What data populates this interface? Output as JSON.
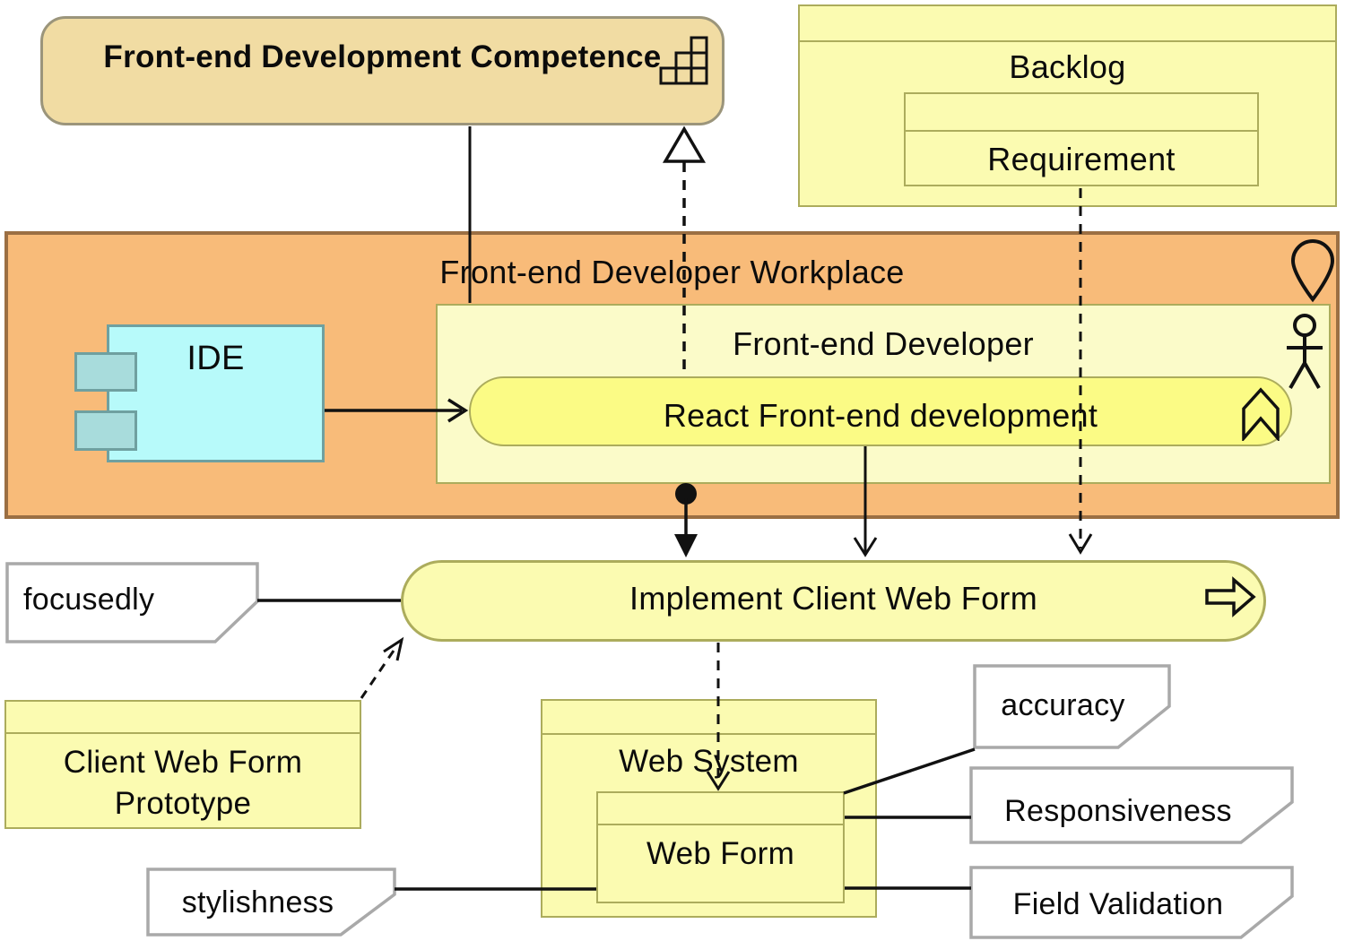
{
  "nodes": {
    "competence": {
      "label": "Front-end Development Competence",
      "icon": "capability-icon",
      "fill": "#F1DCA3"
    },
    "backlog": {
      "label": "Backlog",
      "fill": "#FBFBB1"
    },
    "requirement": {
      "label": "Requirement",
      "fill": "#FBFBB1"
    },
    "workplace": {
      "label": "Front-end Developer Workplace",
      "icon": "location-pin-icon",
      "fill": "#F8BB79"
    },
    "ide": {
      "label": "IDE",
      "icon": "component-icon",
      "fill": "#B7FAFA"
    },
    "developer": {
      "label": "Front-end Developer",
      "icon": "actor-icon",
      "fill": "#FBFBC9"
    },
    "react_development": {
      "label": "React Front-end development",
      "icon": "function-chevron-icon",
      "fill": "#FBFB85"
    },
    "implement": {
      "label": "Implement Client Web Form",
      "icon": "process-arrow-icon",
      "fill": "#FBFBB1"
    },
    "prototype": {
      "label": "Client Web Form Prototype",
      "fill": "#FBFBB1"
    },
    "web_system": {
      "label": "Web System",
      "fill": "#FBFBB1"
    },
    "web_form": {
      "label": "Web Form",
      "fill": "#FBFBB1"
    }
  },
  "notes": {
    "focusedly": {
      "label": "focusedly"
    },
    "accuracy": {
      "label": "accuracy"
    },
    "responsiveness": {
      "label": "Responsiveness"
    },
    "field_validation": {
      "label": "Field Validation"
    },
    "stylishness": {
      "label": "stylishness"
    }
  },
  "colors": {
    "business_yellow": "#FBFBB1",
    "pale_yellow": "#FBFBC9",
    "bright_yellow": "#FBFB85",
    "application_cyan": "#B7FAFA",
    "cyan_tab": "#A8DCDC",
    "grouping_orange": "#F8BB79",
    "capability_tan": "#F1DCA3",
    "olive_border": "#ACAC5C",
    "orange_border": "#9B6F43",
    "tan_border": "#9B957B",
    "note_border": "#A9A9A9",
    "line_black": "#111111"
  }
}
